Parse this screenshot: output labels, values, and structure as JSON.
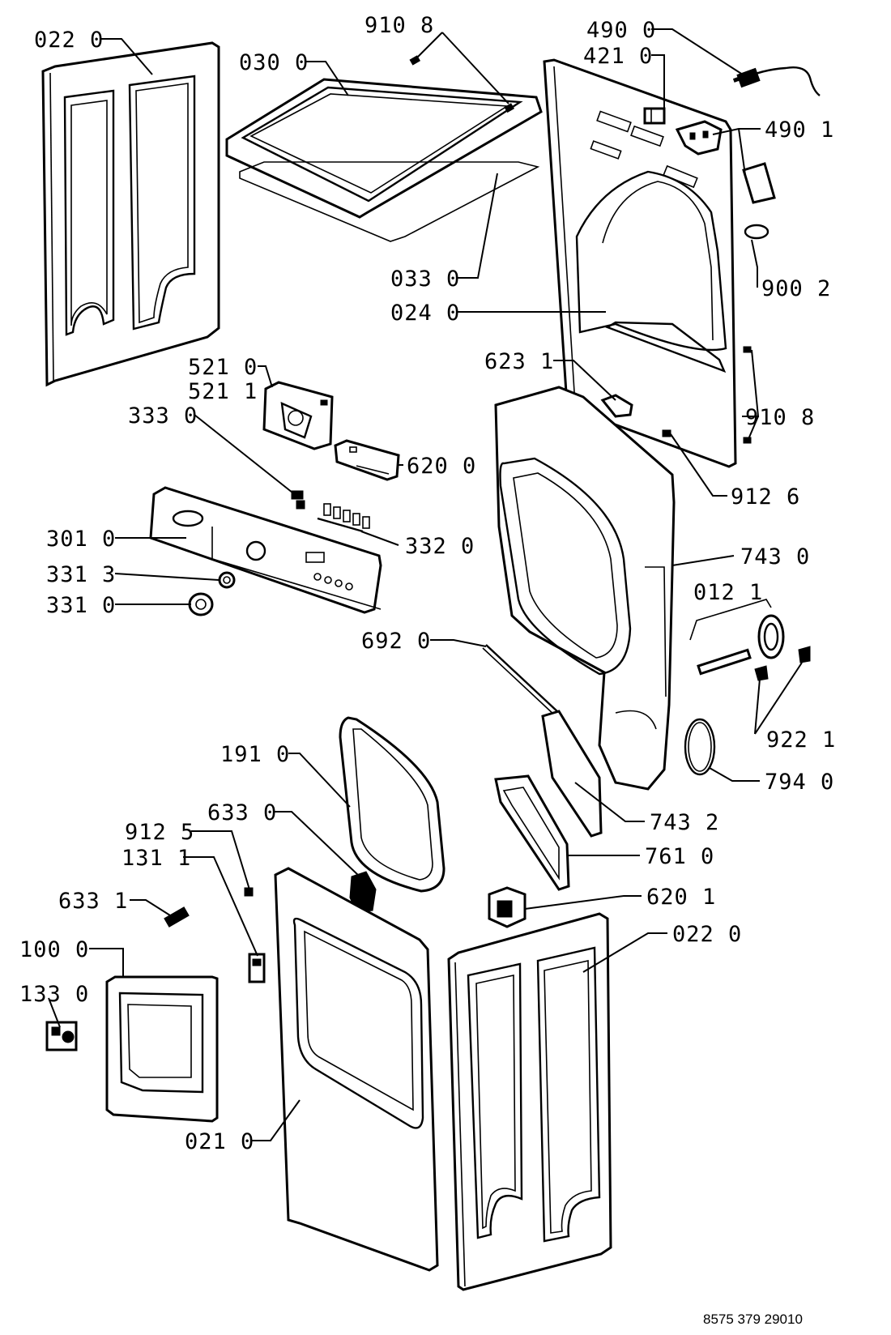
{
  "labels": {
    "l_022_0_top": "022 0",
    "l_030_0": "030 0",
    "l_910_8_top": "910 8",
    "l_490_0": "490 0",
    "l_421_0": "421 0",
    "l_490_1": "490 1",
    "l_900_2": "900 2",
    "l_033_0": "033 0",
    "l_024_0": "024 0",
    "l_623_1": "623 1",
    "l_521_0": "521 0",
    "l_521_1": "521 1",
    "l_333_0": "333 0",
    "l_910_8_right": "910 8",
    "l_620_0": "620 0",
    "l_912_6": "912 6",
    "l_301_0": "301 0",
    "l_332_0": "332 0",
    "l_743_0": "743 0",
    "l_331_3": "331 3",
    "l_331_0": "331 0",
    "l_012_1": "012 1",
    "l_692_0": "692 0",
    "l_922_1": "922 1",
    "l_191_0": "191 0",
    "l_794_0": "794 0",
    "l_633_0": "633 0",
    "l_743_2": "743 2",
    "l_912_5": "912 5",
    "l_131_1": "131 1",
    "l_761_0": "761 0",
    "l_620_1": "620 1",
    "l_633_1": "633 1",
    "l_022_0_bottom": "022 0",
    "l_100_0": "100 0",
    "l_133_0": "133 0",
    "l_021_0": "021 0"
  },
  "document_number": "8575 379 29010"
}
